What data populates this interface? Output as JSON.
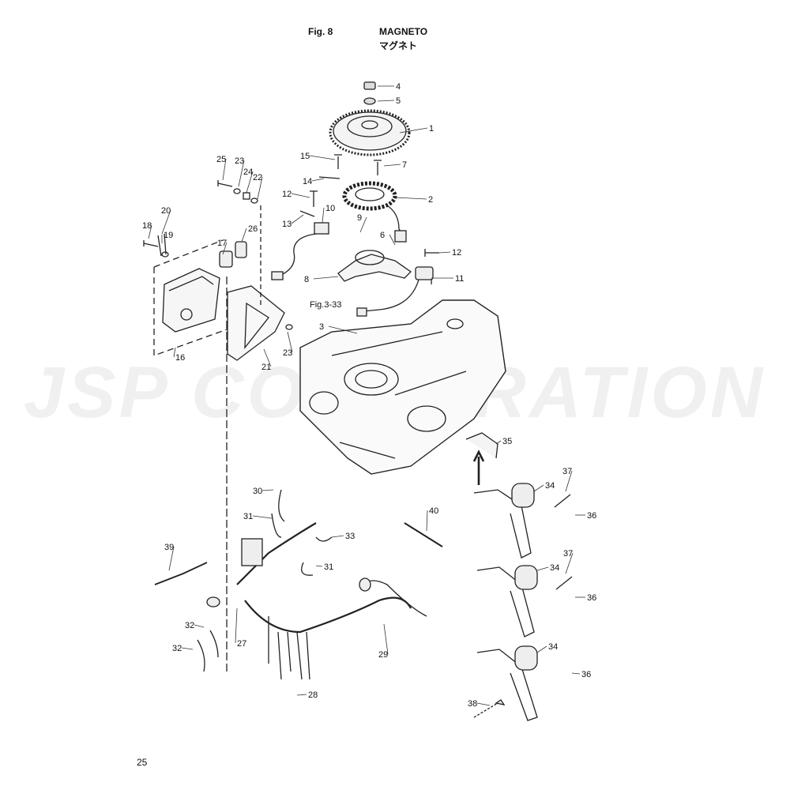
{
  "header": {
    "fig_label": "Fig. 8",
    "title": "MAGNETO",
    "title_ja": "マグネト"
  },
  "page_number": "25",
  "watermark": "JSP CORPORATION",
  "cross_reference": "Fig.3-33",
  "callouts": [
    "1",
    "2",
    "3",
    "4",
    "5",
    "6",
    "7",
    "8",
    "9",
    "10",
    "11",
    "12",
    "12",
    "13",
    "14",
    "15",
    "16",
    "17",
    "18",
    "19",
    "20",
    "21",
    "22",
    "23",
    "23",
    "24",
    "25",
    "26",
    "27",
    "28",
    "29",
    "30",
    "31",
    "31",
    "32",
    "32",
    "33",
    "34",
    "34",
    "34",
    "35",
    "36",
    "36",
    "36",
    "37",
    "37",
    "38",
    "39",
    "40"
  ]
}
